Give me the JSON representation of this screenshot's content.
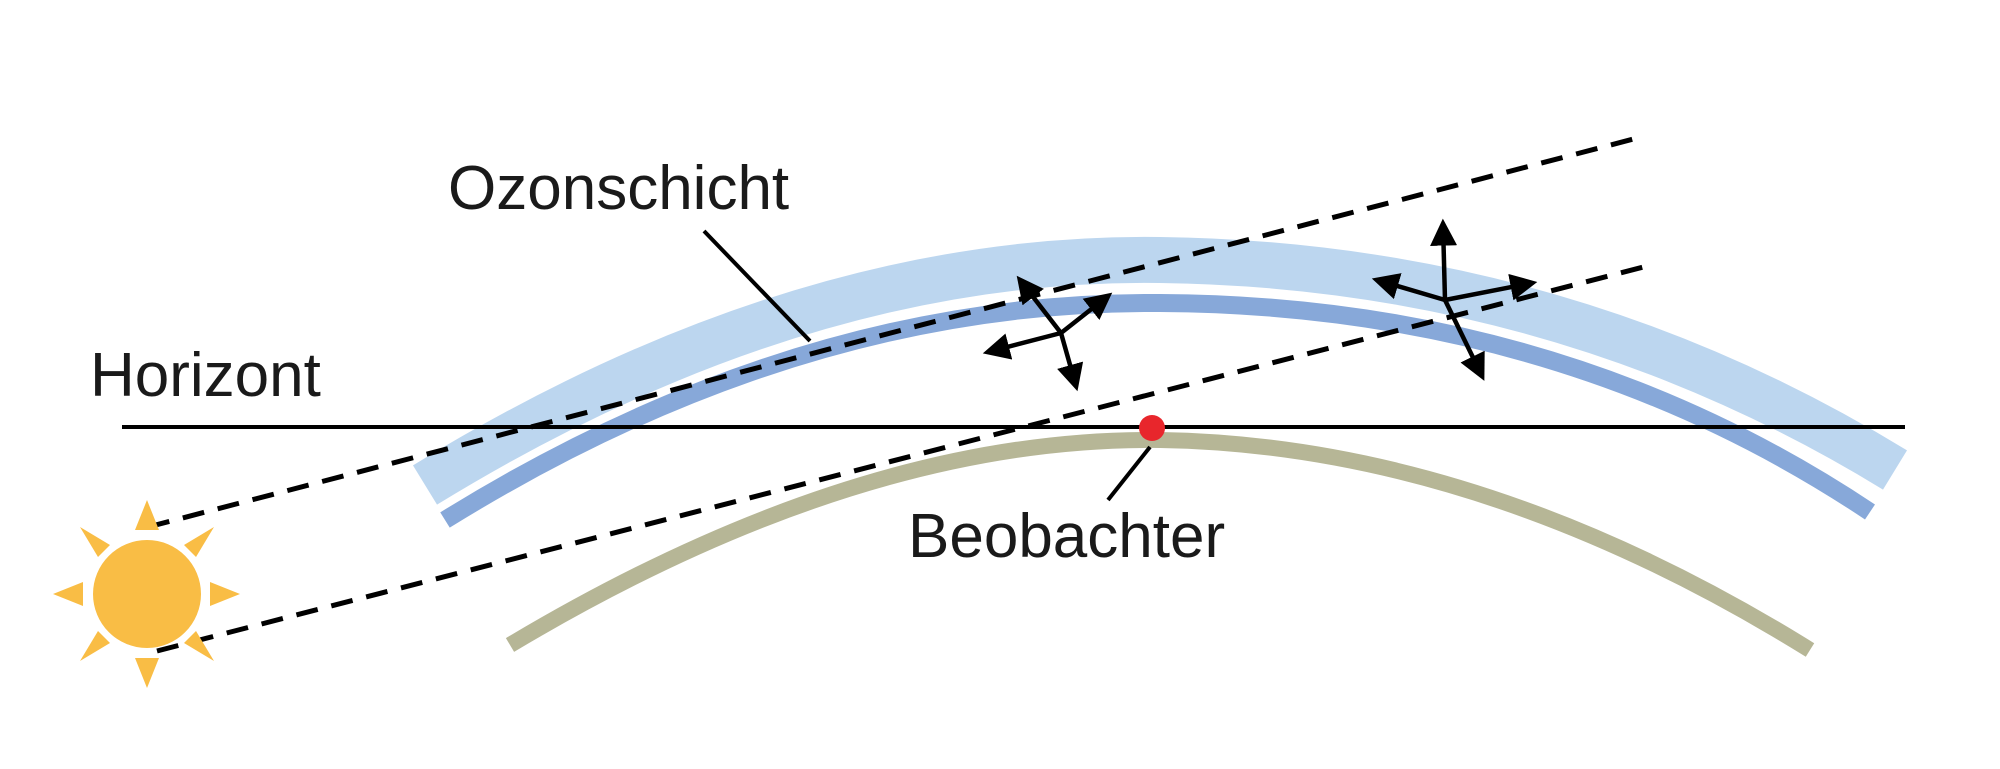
{
  "labels": {
    "ozone": "Ozonschicht",
    "horizon": "Horizont",
    "observer": "Beobachter"
  },
  "colors": {
    "background": "#ffffff",
    "ozone_outer": "#bcd6ef",
    "ozone_inner": "#87a8d9",
    "earth_surface": "#b6b696",
    "sun": "#f9bd45",
    "observer_dot": "#e8262c",
    "line": "#000000",
    "text": "#1a1a1a"
  },
  "icons": {
    "sun": "sun-icon",
    "observer": "observer-dot-icon",
    "scatter": "scatter-arrows-icon"
  }
}
